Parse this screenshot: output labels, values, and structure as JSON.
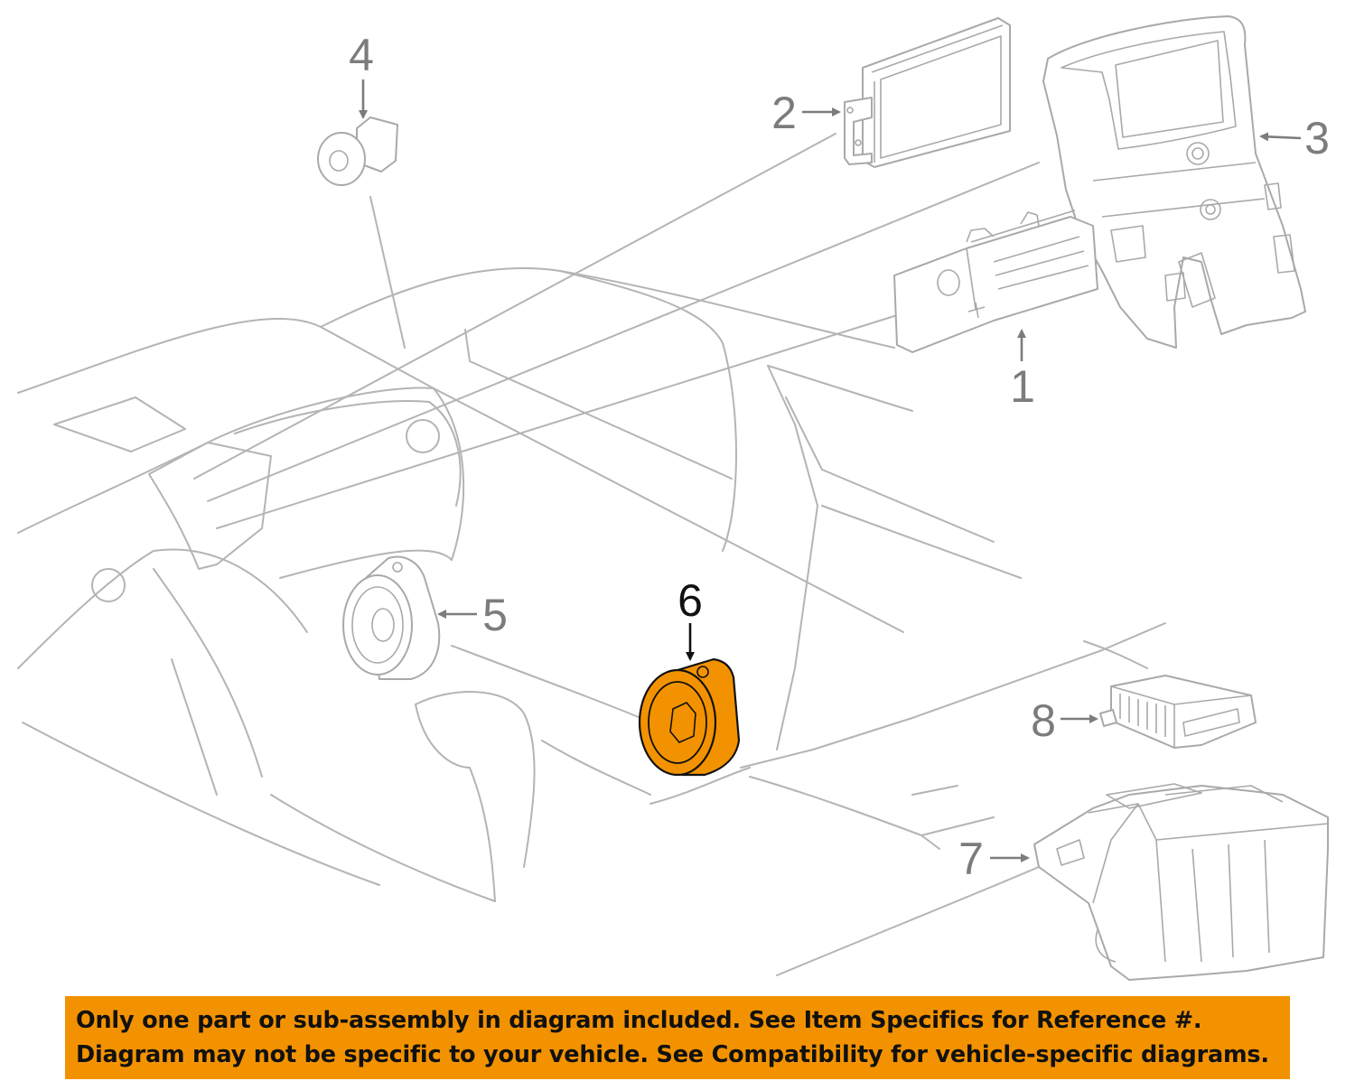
{
  "callouts": [
    "1",
    "2",
    "3",
    "4",
    "5",
    "6",
    "7",
    "8"
  ],
  "highlighted_part": "6",
  "colors": {
    "highlight": "#f39200",
    "banner_bg": "#f39200",
    "line_art": "#b4b4b4",
    "callout_text": "#7c7c7c"
  },
  "banner": {
    "line1": "Only one part or sub-assembly in diagram included. See Item Specifics for Reference #.",
    "line2": "Diagram may not be specific to your vehicle. See Compatibility for vehicle-specific diagrams."
  }
}
